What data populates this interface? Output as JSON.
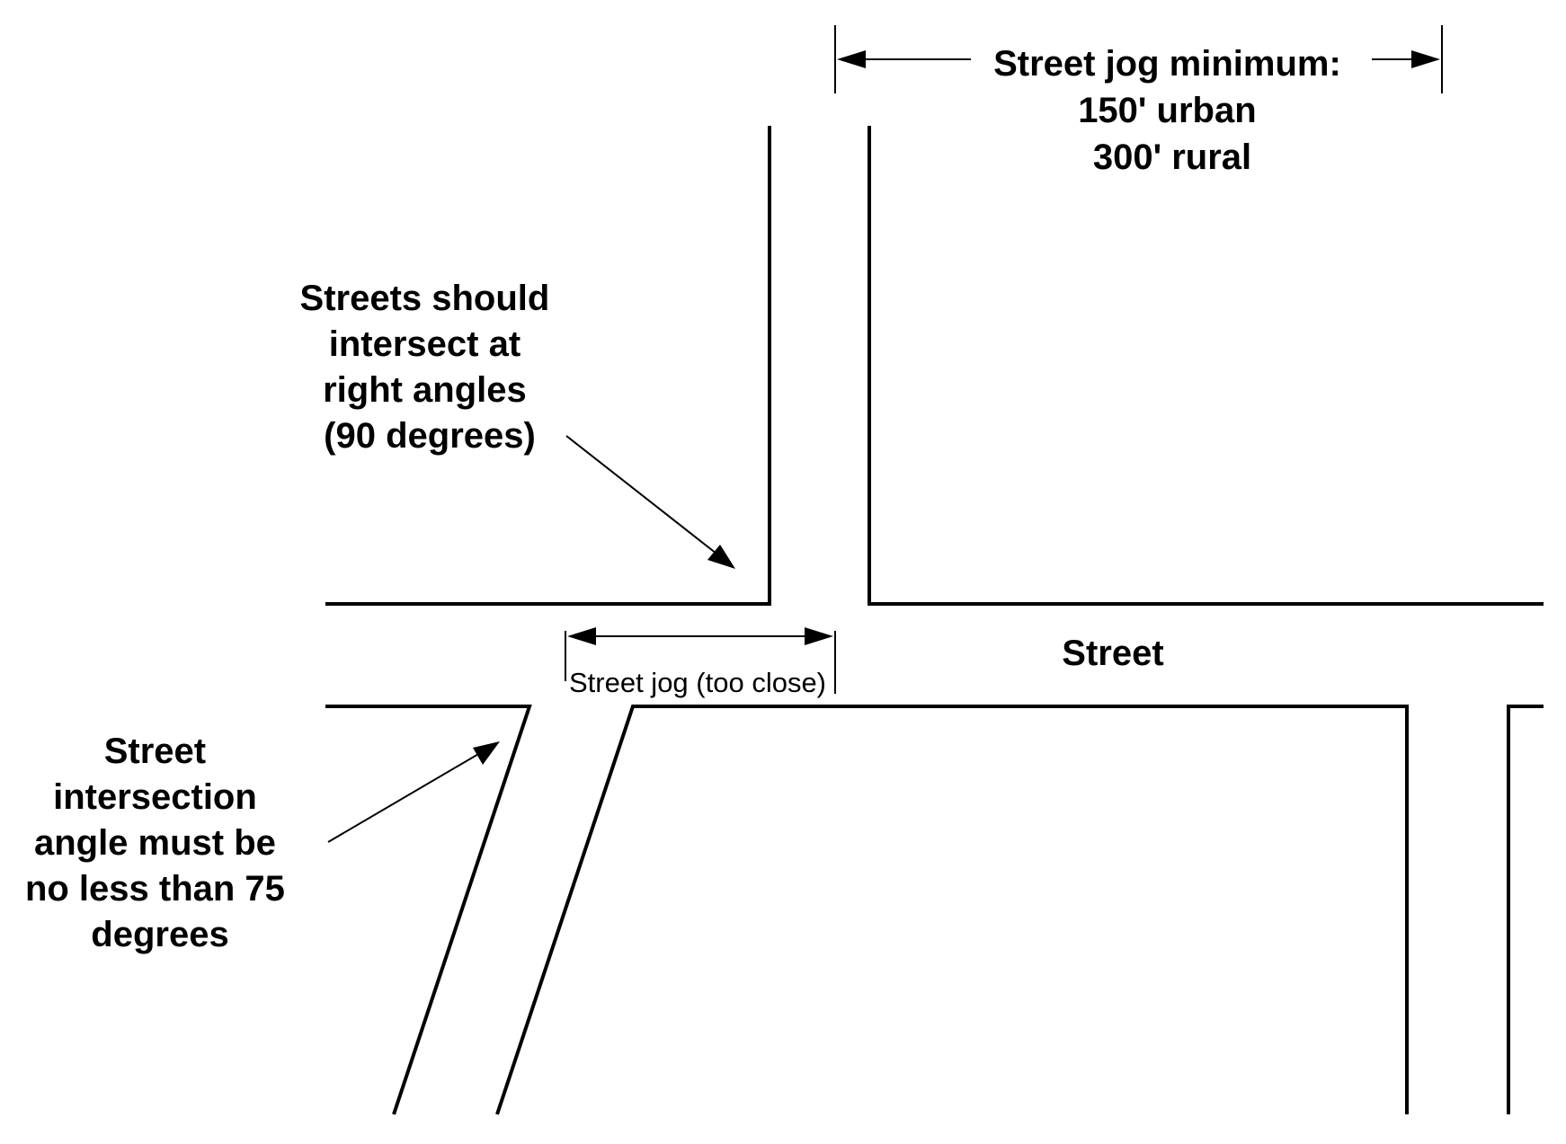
{
  "colors": {
    "background": "#ffffff",
    "ink": "#000000"
  },
  "labels": {
    "jog_minimum": [
      "Street jog minimum:",
      "150' urban",
      "300' rural"
    ],
    "right_angles": [
      "Streets should",
      "intersect at",
      "right angles",
      "(90 degrees)"
    ],
    "street": "Street",
    "jog_too_close": "Street jog (too close)",
    "angle_rule": [
      "Street",
      "intersection",
      "angle must be",
      "no less than 75",
      "degrees"
    ]
  }
}
